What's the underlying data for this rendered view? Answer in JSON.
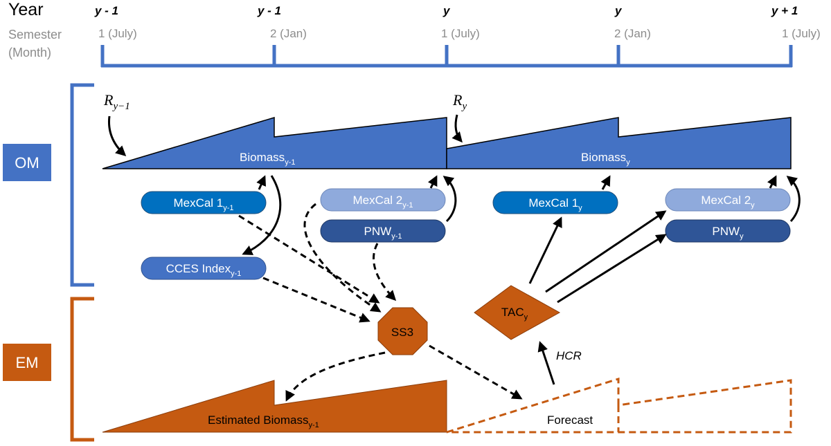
{
  "timeline": {
    "year_header": "Year",
    "semester_header_line1": "Semester",
    "semester_header_line2": "(Month)",
    "ticks": [
      {
        "year": "y - 1",
        "semester": "1 (July)"
      },
      {
        "year": "y - 1",
        "semester": "2 (Jan)"
      },
      {
        "year": "y",
        "semester": "1 (July)"
      },
      {
        "year": "y",
        "semester": "2 (Jan)"
      },
      {
        "year": "y + 1",
        "semester": "1 (July)"
      }
    ]
  },
  "om": {
    "label": "OM",
    "recruit_prev": {
      "base": "R",
      "sub": "y−1"
    },
    "recruit_curr": {
      "base": "R",
      "sub": "y"
    },
    "biomass_prev": {
      "base": "Biomass",
      "sub": "y-1"
    },
    "biomass_curr": {
      "base": "Biomass",
      "sub": "y"
    }
  },
  "surveys": {
    "mexcal1_prev": {
      "base": "MexCal 1",
      "sub": "y-1"
    },
    "mexcal2_prev": {
      "base": "MexCal 2",
      "sub": "y-1"
    },
    "pnw_prev": {
      "base": "PNW",
      "sub": "y-1"
    },
    "cces_prev": {
      "base": "CCES Index",
      "sub": "y-1"
    },
    "mexcal1_curr": {
      "base": "MexCal 1",
      "sub": "y"
    },
    "mexcal2_curr": {
      "base": "MexCal 2",
      "sub": "y"
    },
    "pnw_curr": {
      "base": "PNW",
      "sub": "y"
    }
  },
  "em": {
    "label": "EM",
    "ss3": "SS3",
    "tac": {
      "base": "TAC",
      "sub": "y"
    },
    "hcr": "HCR",
    "estimated_biomass": {
      "base": "Estimated Biomass",
      "sub": "y-1"
    },
    "forecast": "Forecast"
  },
  "colors": {
    "timeline_blue": "#4472C4",
    "om_fill": "#4472C4",
    "mexcal1": "#0070C0",
    "mexcal2": "#8FAADC",
    "pnw": "#2F5597",
    "cces": "#4472C4",
    "em_orange": "#C55A11"
  }
}
